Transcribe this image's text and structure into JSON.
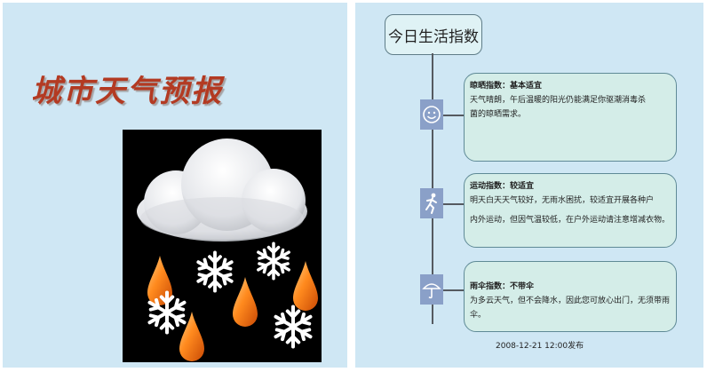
{
  "left": {
    "title": "城市天气预报",
    "weather_icon": "rain-snow-cloud-icon"
  },
  "right": {
    "title": "今日生活指数",
    "items": [
      {
        "icon": "smiley-icon",
        "name": "晾晒指数：",
        "level": "基本适宜",
        "lines": [
          "天气晴朗，午后温暖的阳光仍能满足你驱潮消毒杀",
          "菌的晾晒需求。"
        ]
      },
      {
        "icon": "runner-icon",
        "name": "运动指数：",
        "level": "较适宜",
        "lines": [
          "明天白天天气较好，无雨水困扰，较适宜开展各种户",
          "内外运动，但因气温较低，在户外运动请注意增减衣物。"
        ]
      },
      {
        "icon": "umbrella-icon",
        "name": "雨伞指数：",
        "level": "不带伞",
        "lines": [
          "为多云天气，但不会降水，因此您可放心出门，无须带雨伞。"
        ]
      }
    ],
    "publish_time": "2008-12-21 12:00发布"
  }
}
